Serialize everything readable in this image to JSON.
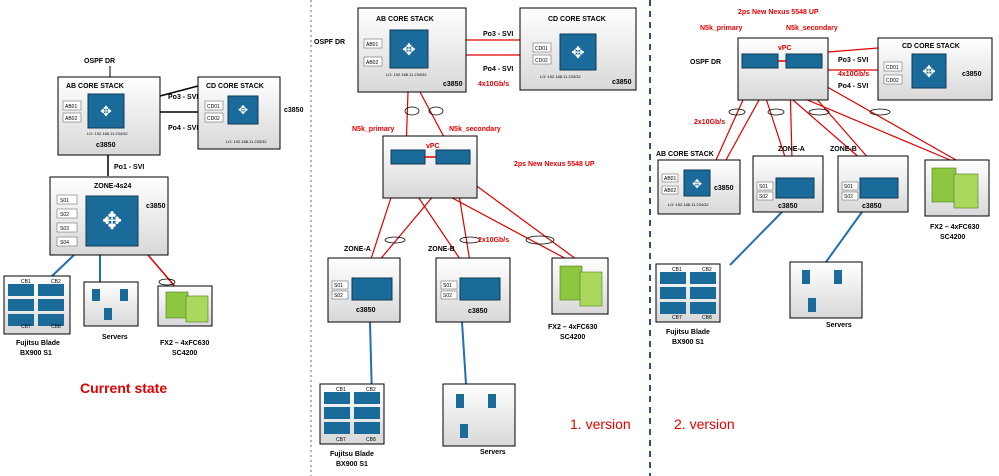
{
  "colors": {
    "red_link": "#e00000",
    "blue_link": "#1f6fb5",
    "black_link": "#000000",
    "switch_blue": "#1a6b99",
    "storage_green": "#8dc63f"
  },
  "panels": {
    "current": {
      "ospf_dr": "OSPF DR",
      "ab_core": {
        "title": "AB CORE STACK",
        "items": [
          "AB01",
          "AB02"
        ],
        "lo": "LO: 192.168.11.234/32",
        "model": "c3850"
      },
      "cd_core": {
        "title": "CD CORE STACK",
        "items": [
          "CD01",
          "CD02"
        ],
        "lo": "LO: 192.168.11.233/32",
        "model": "c3850"
      },
      "po3": "Po3 - SVI",
      "po4": "Po4 - SVI",
      "po1": "Po1 - SVI",
      "zone": {
        "title": "ZONE-4s24",
        "items": [
          "S01",
          "S02",
          "S03",
          "S04"
        ],
        "model": "c3850"
      },
      "blade": {
        "slots": [
          "CB1",
          "CB2",
          "CB7",
          "CB8"
        ],
        "label1": "Fujitsu Blade",
        "label2": "BX900 S1"
      },
      "servers": "Servers",
      "fx2": {
        "label1": "FX2 – 4xFC630",
        "label2": "SC4200"
      },
      "state": "Current state"
    },
    "v1": {
      "ospf_dr": "OSPF DR",
      "ab_core": {
        "title": "AB CORE STACK",
        "items": [
          "AB01",
          "AB02"
        ],
        "lo": "LO: 192.168.11.234/32",
        "model": "c3850"
      },
      "cd_core": {
        "title": "CD CORE STACK",
        "items": [
          "CD01",
          "CD02"
        ],
        "lo": "LO: 192.168.11.233/32",
        "model": "c3850"
      },
      "po3": "Po3 - SVI",
      "po4": "Po4 - SVI",
      "bw": "4x10Gb/s",
      "n5k_primary": "N5k_primary",
      "n5k_secondary": "N5k_secondary",
      "vpc": "vPC",
      "new_nexus": "2ps New Nexus 5548 UP",
      "zone_a": {
        "title": "ZONE-A",
        "items": [
          "S01",
          "S02"
        ],
        "model": "c3850"
      },
      "zone_b": {
        "title": "ZONE-B",
        "items": [
          "S01",
          "S02"
        ],
        "model": "c3850"
      },
      "bw2": "2x10Gb/s",
      "blade": {
        "slots": [
          "CB1",
          "CB2",
          "CB7",
          "CB8"
        ],
        "label1": "Fujitsu Blade",
        "label2": "BX900 S1"
      },
      "servers": "Servers",
      "fx2": {
        "label1": "FX2 – 4xFC630",
        "label2": "SC4200"
      },
      "version": "1. version"
    },
    "v2": {
      "ospf_dr": "OSPF DR",
      "new_nexus": "2ps New Nexus 5548 UP",
      "n5k_primary": "N5k_primary",
      "n5k_secondary": "N5k_secondary",
      "vpc": "vPC",
      "cd_core": {
        "title": "CD CORE STACK",
        "items": [
          "CD01",
          "CD02"
        ],
        "model": "c3850"
      },
      "po3": "Po3 - SVI",
      "po4": "Po4 - SVI",
      "bw": "4x10Gb/s",
      "bw2": "2x10Gb/s",
      "ab_core": {
        "title": "AB CORE STACK",
        "items": [
          "AB01",
          "AB02"
        ],
        "lo": "LO: 192.168.11.234/32",
        "model": "c3850"
      },
      "zone_a": {
        "title": "ZONE-A",
        "items": [
          "S01",
          "S02"
        ],
        "model": "c3850"
      },
      "zone_b": {
        "title": "ZONE-B",
        "items": [
          "S01",
          "S02"
        ],
        "model": "c3850"
      },
      "blade": {
        "slots": [
          "CB1",
          "CB2",
          "CB7",
          "CB8"
        ],
        "label1": "Fujitsu Blade",
        "label2": "BX900 S1"
      },
      "servers": "Servers",
      "fx2": {
        "label1": "FX2 – 4xFC630",
        "label2": "SC4200"
      },
      "version": "2. version"
    }
  }
}
